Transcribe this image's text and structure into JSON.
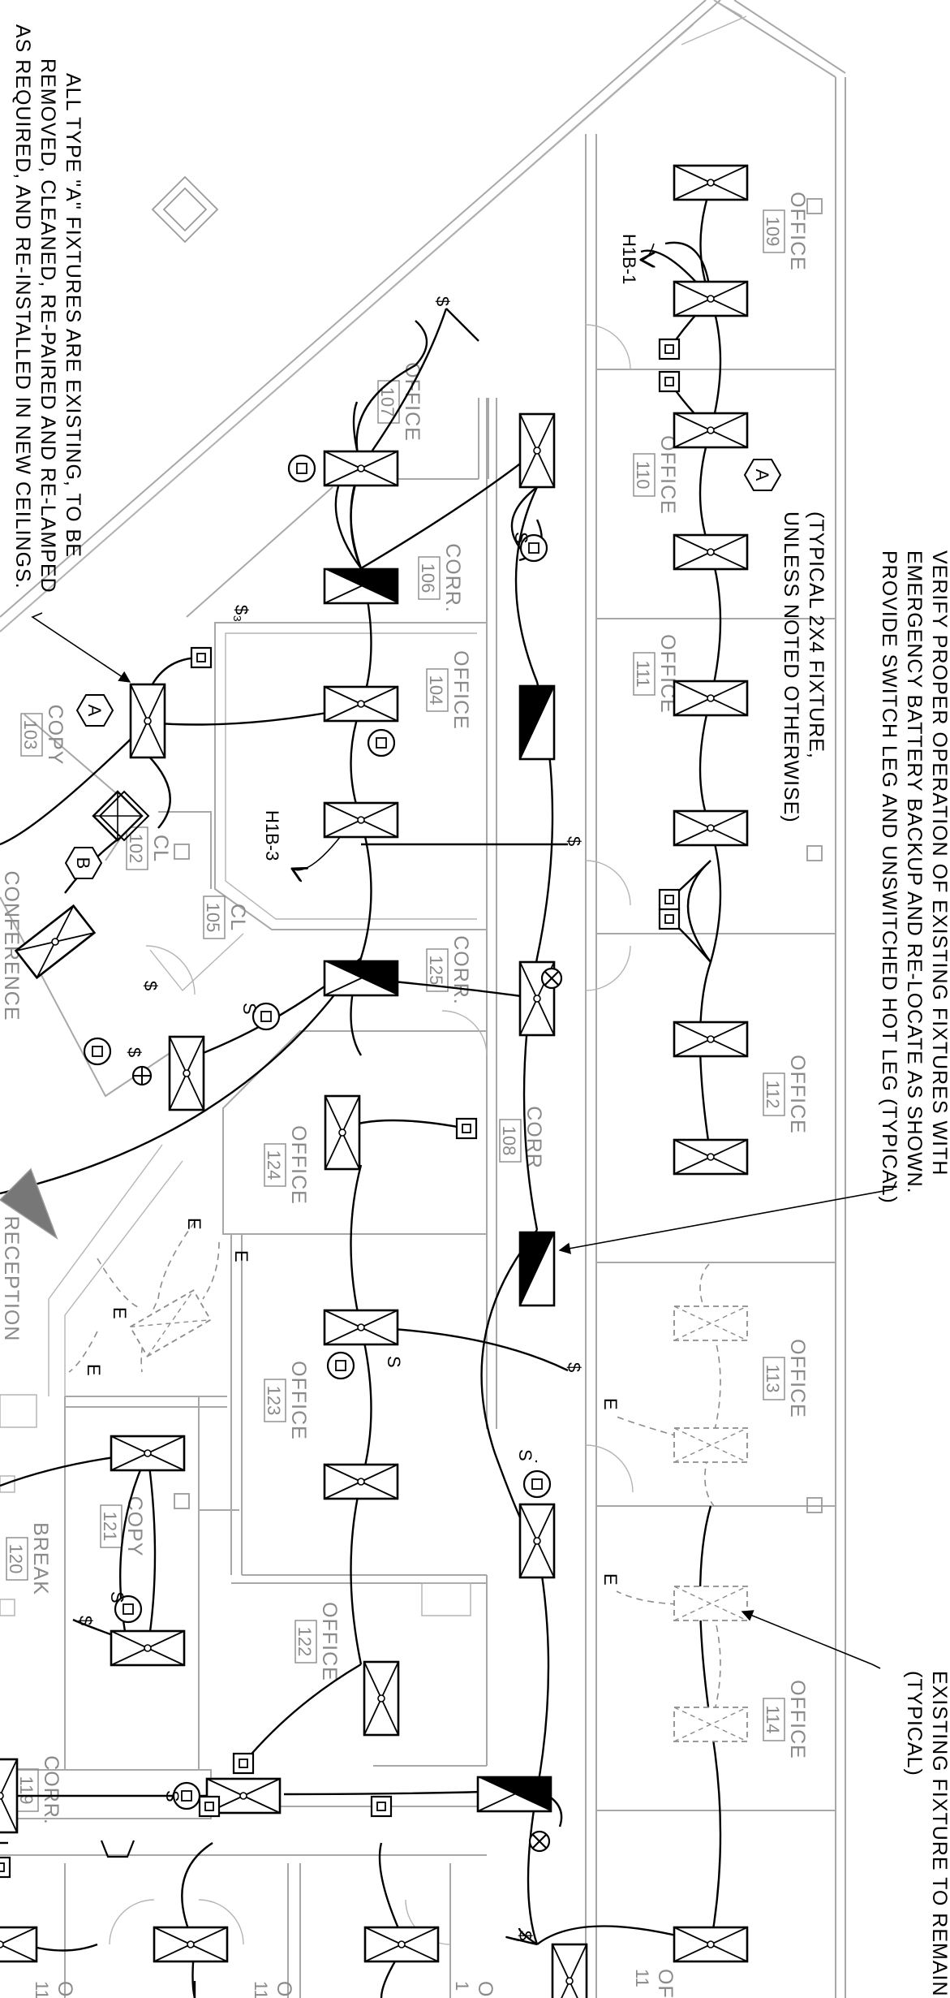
{
  "notes": {
    "existing_type_a": [
      "ALL TYPE \"A\" FIXTURES ARE EXISTING, TO BE",
      "REMOVED, CLEANED, RE-PAIRED AND RE-LAMPED",
      "AS REQUIRED, AND RE-INSTALLED IN NEW CEILINGS."
    ],
    "verify_emergency": [
      "VERIFY PROPER OPERATION OF EXISTING FIXTURES WITH",
      "EMERGENCY BATTERY BACKUP AND RE-LOCATE AS SHOWN.",
      "PROVIDE SWITCH LEG AND UNSWITCHED HOT LEG (TYPICAL)"
    ],
    "typical_2x4": [
      "(TYPICAL 2X4 FIXTURE,",
      "UNLESS NOTED OTHERWISE)"
    ],
    "existing_to_remain": [
      "EXISTING FIXTURE TO REMAIN",
      "(TYPICAL)"
    ]
  },
  "rooms": [
    {
      "name": "OFFICE",
      "number": "109"
    },
    {
      "name": "OFFICE",
      "number": "110"
    },
    {
      "name": "OFFICE",
      "number": "111"
    },
    {
      "name": "OFFICE",
      "number": "112"
    },
    {
      "name": "OFFICE",
      "number": "113"
    },
    {
      "name": "OFFICE",
      "number": "114"
    },
    {
      "name": "OFFICE",
      "number": "107"
    },
    {
      "name": "CORR.",
      "number": "106"
    },
    {
      "name": "OFFICE",
      "number": "104"
    },
    {
      "name": "COPY",
      "number": "103"
    },
    {
      "name": "CL",
      "number": "102"
    },
    {
      "name": "CL",
      "number": "105"
    },
    {
      "name": "CORR.",
      "number": "125"
    },
    {
      "name": "CORR.",
      "number": "108"
    },
    {
      "name": "OFFICE",
      "number": "124"
    },
    {
      "name": "OFFICE",
      "number": "123"
    },
    {
      "name": "COPY",
      "number": "121"
    },
    {
      "name": "BREAK",
      "number": "120"
    },
    {
      "name": "OFFICE",
      "number": "122"
    },
    {
      "name": "CORR.",
      "number": "119"
    }
  ],
  "partial_labels": {
    "conference": "CONFERENCE",
    "reception": "RECEPTION",
    "of_a": "OF",
    "of_b": "OF",
    "of_c": "OF",
    "o_d": "O",
    "n_a": "11",
    "n_b": "11",
    "n_c": "1",
    "n_d": "11"
  },
  "circuit_labels": {
    "h1b1": "H1B-1",
    "h1b3": "H1B-3"
  },
  "fixture_tags": {
    "a1": "A",
    "a2": "A",
    "b1": "B"
  },
  "switch_labels": {
    "s1": "S",
    "s2": "S",
    "s3": "S",
    "s4": "S",
    "s5": "S",
    "s6": "S"
  },
  "switch_symbols": {
    "dollar_3": "$₃",
    "dollar_a": "$",
    "dollar_b": "$",
    "dollar_c": "$",
    "dollar_d": "$",
    "dollar_e": "$",
    "dollar_f": "$",
    "dollar_g": "$"
  },
  "em_labels": {
    "e1": "E",
    "e2": "E",
    "e3": "E",
    "e4": "E",
    "e5": "E",
    "e6": "E"
  },
  "colors": {
    "circuit": "#000000",
    "walls": "#a8a8a8",
    "room_text": "#8a8a8a",
    "existing_dashed": "#8c8c8c",
    "background": "#ffffff"
  }
}
